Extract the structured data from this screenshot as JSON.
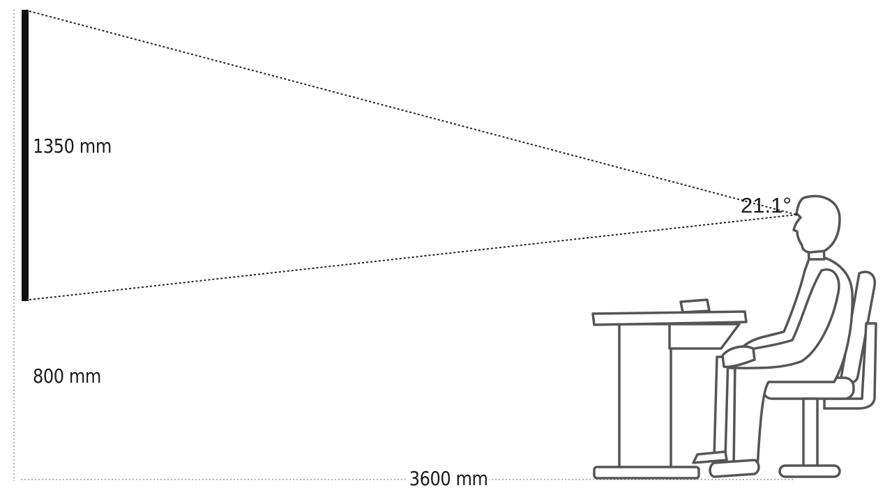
{
  "dimensions": {
    "screen_height": "1350 mm",
    "mount_height": "800 mm",
    "viewing_distance": "3600 mm",
    "viewing_angle": "21.1°"
  },
  "colors": {
    "screen": "#111111",
    "figure_stroke": "#555555",
    "figure_fill": "#ffffff",
    "guide_line": "#333333",
    "dim_line": "#999999"
  },
  "icons": {
    "person": "seated-person-icon",
    "desk": "desk-icon",
    "chair": "chair-icon",
    "laptop": "laptop-icon"
  }
}
